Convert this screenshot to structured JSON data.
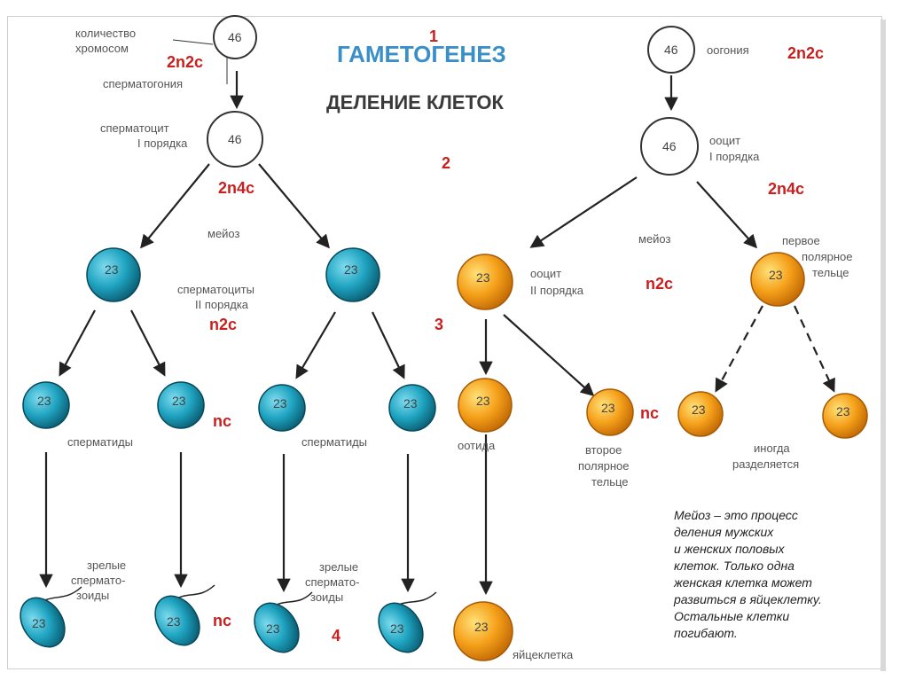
{
  "title": "ГАМЕТОГЕНЕЗ",
  "subtitle": "ДЕЛЕНИЕ КЛЕТОК",
  "step_numbers": [
    "1",
    "2",
    "3",
    "4"
  ],
  "formulas": {
    "n2c_a": "2n2c",
    "n4c_a": "2n4c",
    "n2c_b": "n2c",
    "nc": "nc",
    "n2c_right": "2n2c",
    "n4c_right": "2n4c",
    "n2c_b_right": "n2c",
    "nc_right": "nc",
    "nc_bottom": "nc"
  },
  "chrom": {
    "diploid": "46",
    "haploid": "23"
  },
  "labels": {
    "chrom_count_1": "количество",
    "chrom_count_2": "хромосом",
    "spermatogonia": "сперматогония",
    "spermatocyte1_1": "сперматоцит",
    "spermatocyte1_2": "I порядка",
    "meiosis_left": "мейоз",
    "spermatocytes2_1": "сперматоциты",
    "spermatocytes2_2": "II порядка",
    "spermatids_left": "сперматиды",
    "spermatids_right": "сперматиды",
    "mature_left_1": "зрелые",
    "mature_left_2": "сперматo-",
    "mature_left_3": "зоиды",
    "mature_right_1": "зрелые",
    "mature_right_2": "сперматo-",
    "mature_right_3": "зоиды",
    "oogonia": "оогония",
    "oocyte1_1": "ооцит",
    "oocyte1_2": "I порядка",
    "meiosis_right": "мейоз",
    "oocyte2_1": "ооцит",
    "oocyte2_2": "II порядка",
    "polar1_1": "первое",
    "polar1_2": "полярное",
    "polar1_3": "тельце",
    "ootid": "оотида",
    "polar2_1": "второе",
    "polar2_2": "полярное",
    "polar2_3": "тельце",
    "sometimes_1": "иногда",
    "sometimes_2": "разделяется",
    "egg": "яйцеклетка"
  },
  "note_lines": [
    "Мейоз – это процесс",
    "деления мужских",
    "и женских половых",
    "клеток. Только одна",
    "женская клетка может",
    "развиться в яйцеклетку.",
    "Остальные клетки",
    "погибают."
  ],
  "colors": {
    "male_cell": "#1fa3c0",
    "female_cell": "#f5a01a",
    "formula_red": "#c8201e",
    "title_blue": "#3a8fc8"
  }
}
